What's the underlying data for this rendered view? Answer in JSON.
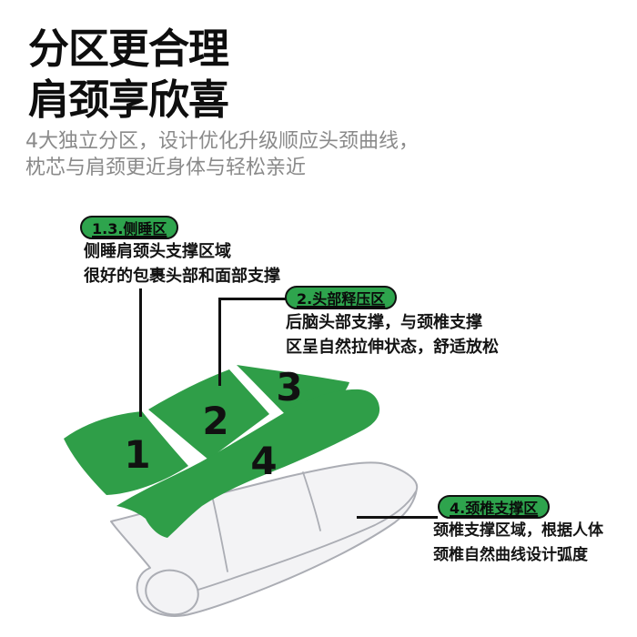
{
  "header": {
    "title_line1": "分区更合理",
    "title_line2": "肩颈享欣喜",
    "subtitle_line1": "4大独立分区，设计优化升级顺应头颈曲线，",
    "subtitle_line2": "枕芯与肩颈更近身体与轻松亲近"
  },
  "callouts": [
    {
      "badge": "1.3.侧睡区",
      "desc_line1": "侧睡肩颈头支撑区域",
      "desc_line2": "很好的包裹头部和面部支撑"
    },
    {
      "badge": "2.头部释压区",
      "desc_line1": "后脑头部支撑，与颈椎支撑",
      "desc_line2": "区呈自然拉伸状态，舒适放松"
    },
    {
      "badge": "4.颈椎支撑区",
      "desc_line1": "颈椎支撑区域，根据人体",
      "desc_line2": "颈椎自然曲线设计弧度"
    }
  ],
  "diagram": {
    "zone_labels": {
      "z1": "1",
      "z2": "2",
      "z3": "3",
      "z4": "4"
    },
    "colors": {
      "zone_green": "#2f9e48",
      "badge_green": "#2ea44d",
      "line_black": "#111111",
      "pillow_fill": "#f3f3f5",
      "pillow_stroke": "#abadb4"
    }
  }
}
